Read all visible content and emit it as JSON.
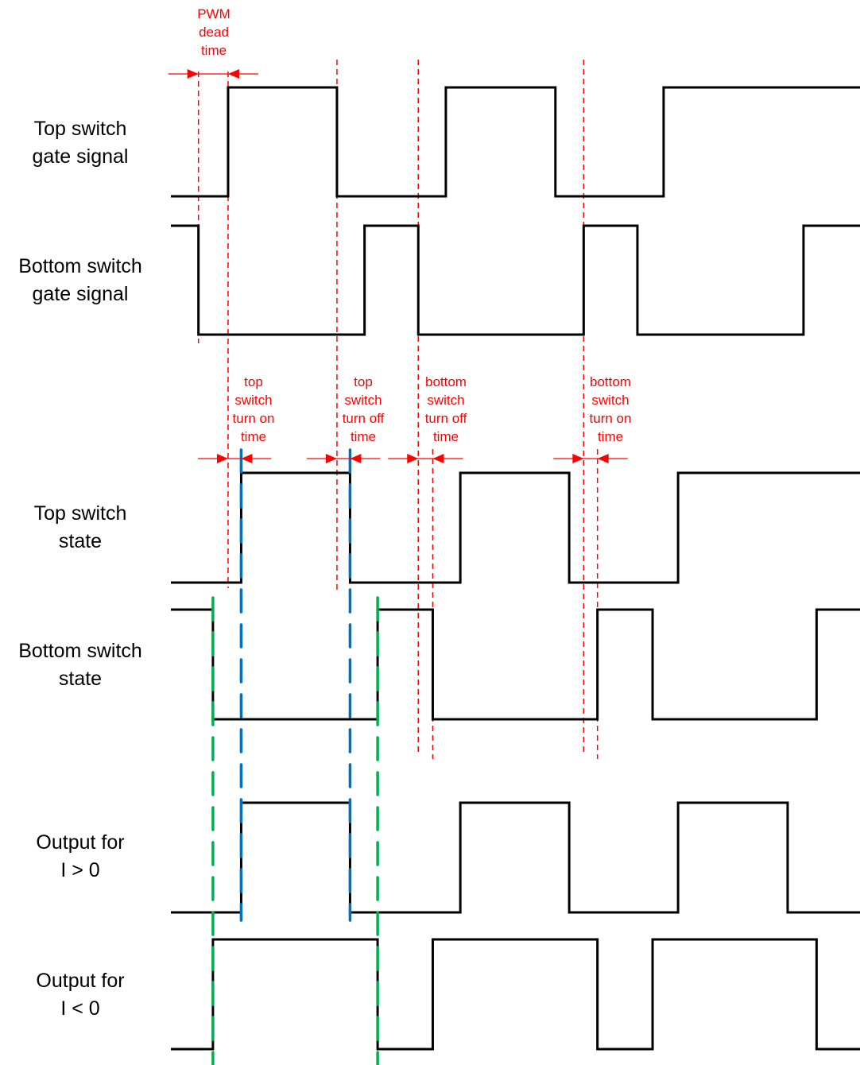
{
  "colors": {
    "signal": "#000000",
    "annotation": "#ff0000",
    "top_switch_marker": "#0070c0",
    "bottom_switch_marker": "#00b050",
    "background": "#ffffff"
  },
  "time_axis": {
    "start": 0,
    "end": 100,
    "unit": "arbitrary time"
  },
  "rows": [
    {
      "id": "top-gate",
      "label": [
        "Top switch",
        "gate signal"
      ],
      "initial": 0,
      "edges": [
        8.3,
        24.1,
        39.9,
        55.8,
        71.5
      ]
    },
    {
      "id": "bottom-gate",
      "label": [
        "Bottom switch",
        "gate signal"
      ],
      "initial": 1,
      "edges": [
        4.0,
        28.1,
        35.9,
        59.9,
        67.7,
        91.8
      ]
    },
    {
      "id": "top-state",
      "label": [
        "Top switch",
        "state"
      ],
      "initial": 0,
      "edges": [
        10.2,
        26.0,
        42.0,
        57.8,
        73.6
      ]
    },
    {
      "id": "bottom-state",
      "label": [
        "Bottom switch",
        "state"
      ],
      "initial": 1,
      "edges": [
        6.1,
        30.0,
        38.0,
        61.9,
        69.9,
        93.7
      ]
    },
    {
      "id": "output-pos",
      "label": [
        "Output for",
        "I > 0"
      ],
      "initial": 0,
      "edges": [
        10.2,
        26.0,
        42.0,
        57.8,
        73.6,
        89.5
      ]
    },
    {
      "id": "output-neg",
      "label": [
        "Output for",
        "I < 0"
      ],
      "initial": 0,
      "edges": [
        6.1,
        30.0,
        38.0,
        61.9,
        69.9,
        93.7
      ]
    }
  ],
  "annotations": [
    {
      "id": "pwm-dead-time",
      "lines": [
        "PWM",
        "dead",
        "time"
      ],
      "from": 4.0,
      "to": 8.3
    },
    {
      "id": "top-turn-on",
      "lines": [
        "top",
        "switch",
        "turn on",
        "time"
      ],
      "from": 8.3,
      "to": 10.2
    },
    {
      "id": "top-turn-off",
      "lines": [
        "top",
        "switch",
        "turn off",
        "time"
      ],
      "from": 24.1,
      "to": 26.0
    },
    {
      "id": "bottom-turn-off",
      "lines": [
        "bottom",
        "switch",
        "turn off",
        "time"
      ],
      "from": 35.9,
      "to": 38.0
    },
    {
      "id": "bottom-turn-on",
      "lines": [
        "bottom",
        "switch",
        "turn on",
        "time"
      ],
      "from": 59.9,
      "to": 61.9
    }
  ],
  "reference_lines": {
    "gate_red": [
      4.0,
      8.3,
      24.1,
      35.9,
      59.9
    ],
    "state_red": [
      38.0,
      61.9
    ],
    "blue": [
      10.2,
      26.0
    ],
    "green": [
      6.1,
      30.0
    ]
  }
}
